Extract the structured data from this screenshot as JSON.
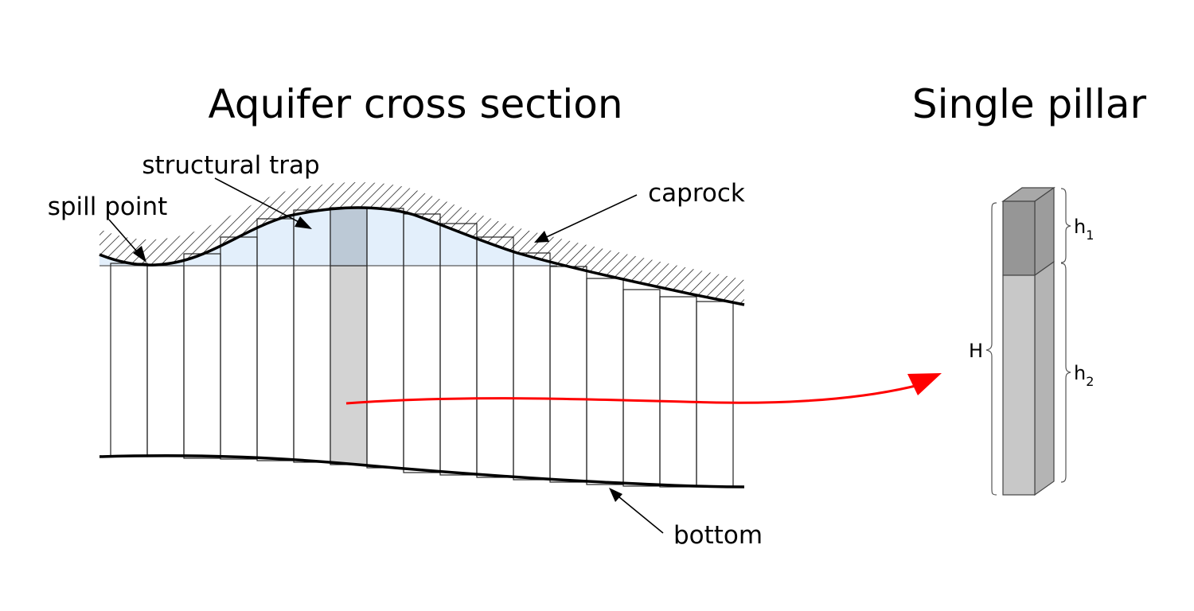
{
  "titles": {
    "cross_section": "Aquifer cross section",
    "single_pillar": "Single pillar"
  },
  "labels": {
    "structural_trap": "structural trap",
    "spill_point": "spill point",
    "caprock": "caprock",
    "bottom": "bottom"
  },
  "pillar": {
    "total_height_label": "H",
    "h1_base": "h",
    "h1_sub": "1",
    "h2_base": "h",
    "h2_sub": "2"
  },
  "colors": {
    "trapped_fluid": "#e3effb",
    "selected_pillar_top": "#bcc9d6",
    "selected_pillar": "#d3d3d3",
    "pillar_top_face": "#a8a8a8",
    "pillar_upper_front": "#969696",
    "pillar_upper_side": "#8a8a8a",
    "pillar_lower_front": "#c8c8c8",
    "pillar_lower_side": "#b4b4b4",
    "arrow": "#ff0000"
  }
}
